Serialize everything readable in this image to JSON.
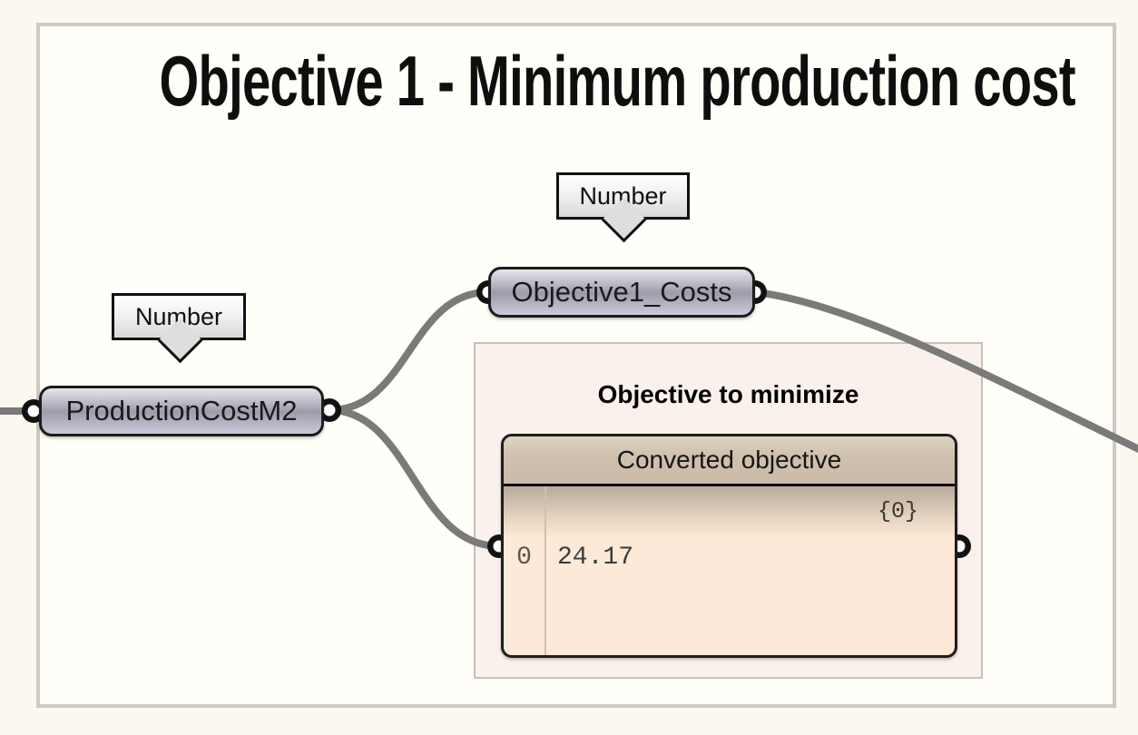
{
  "page": {
    "title": "Objective 1 - Minimum production cost"
  },
  "params": [
    {
      "id": "production-cost-m2",
      "label": "ProductionCostM2",
      "tooltip": "Number"
    },
    {
      "id": "objective1-costs",
      "label": "Objective1_Costs",
      "tooltip": "Number"
    }
  ],
  "group": {
    "label": "Objective to minimize"
  },
  "panel": {
    "title": "Converted objective",
    "branch": "{0}",
    "rows": [
      {
        "index": "0",
        "value": "24.17"
      }
    ]
  },
  "colors": {
    "wire": "#7a7a78",
    "pill_mid": "#9c9caa",
    "pill_border": "#1c1c1c",
    "panel_header_tan": "#cfc1ae",
    "panel_body_peach": "#fde9d7",
    "group_bg": "#fbf1ec",
    "frame_border": "#cdc9c3",
    "page_bg": "#fcf8f0"
  }
}
